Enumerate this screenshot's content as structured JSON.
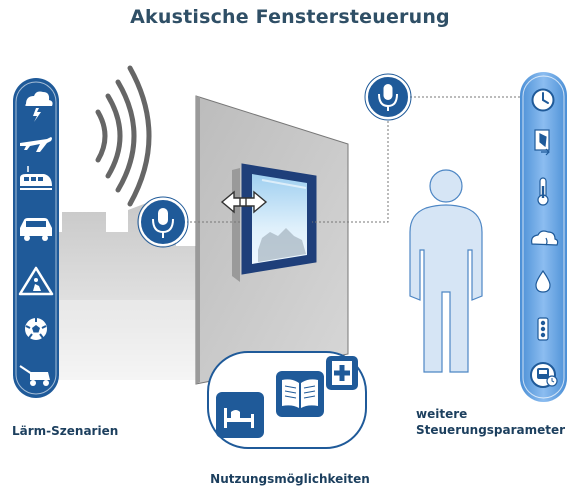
{
  "title": "Akustische Fenstersteuerung",
  "labels": {
    "noise_scenarios": "Lärm-Szenarien",
    "further_params_line1": "weitere",
    "further_params_line2": "Steuerungsparameter",
    "usage_options": "Nutzungsmöglichkeiten"
  },
  "noise_icons": [
    "thunderstorm-icon",
    "airplane-icon",
    "train-icon",
    "car-icon",
    "construction-sign-icon",
    "soccer-ball-icon",
    "lawn-mower-icon"
  ],
  "parameter_icons": [
    "clock-icon",
    "door-exit-icon",
    "thermometer-icon",
    "weather-icon",
    "rain-drop-icon",
    "traffic-light-icon",
    "bus-clock-icon"
  ],
  "usage_icons": [
    "bed-icon",
    "book-icon",
    "medical-cross-icon"
  ],
  "colors": {
    "dark_blue": "#1f5a99",
    "panel_blue": "#6ea8e6",
    "title": "#2f4f66",
    "person": "#d6e5f5",
    "wall": "#c9c9c9"
  }
}
